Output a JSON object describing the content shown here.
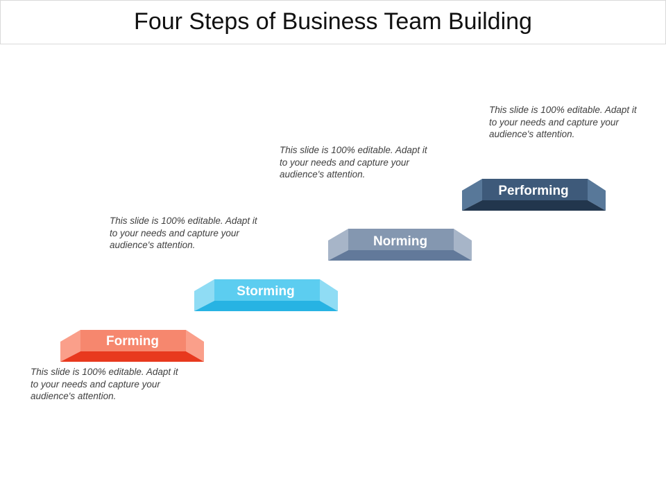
{
  "title": "Four Steps of Business Team Building",
  "steps": [
    {
      "label": "Forming",
      "colors": {
        "front": "#f6876e",
        "side": "#fa9f8a",
        "bottom": "#e8391e"
      },
      "description": [
        "This slide is 100% editable. Adapt it",
        "to your needs and capture your",
        "audience's attention."
      ]
    },
    {
      "label": "Storming",
      "colors": {
        "front": "#5ccdf0",
        "side": "#8fdcf4",
        "bottom": "#27b3e3"
      },
      "description": [
        "This slide is 100% editable. Adapt it",
        "to your needs and capture your",
        "audience's attention."
      ]
    },
    {
      "label": "Norming",
      "colors": {
        "front": "#8497b0",
        "side": "#a7b5c8",
        "bottom": "#62799a"
      },
      "description": [
        "This slide is 100% editable. Adapt it",
        "to your needs and capture your",
        "audience's attention."
      ]
    },
    {
      "label": "Performing",
      "colors": {
        "front": "#3e5a7a",
        "side": "#587899",
        "bottom": "#22364d"
      },
      "description": [
        "This slide is 100% editable. Adapt it",
        "to your needs and capture your",
        "audience's attention."
      ]
    }
  ]
}
